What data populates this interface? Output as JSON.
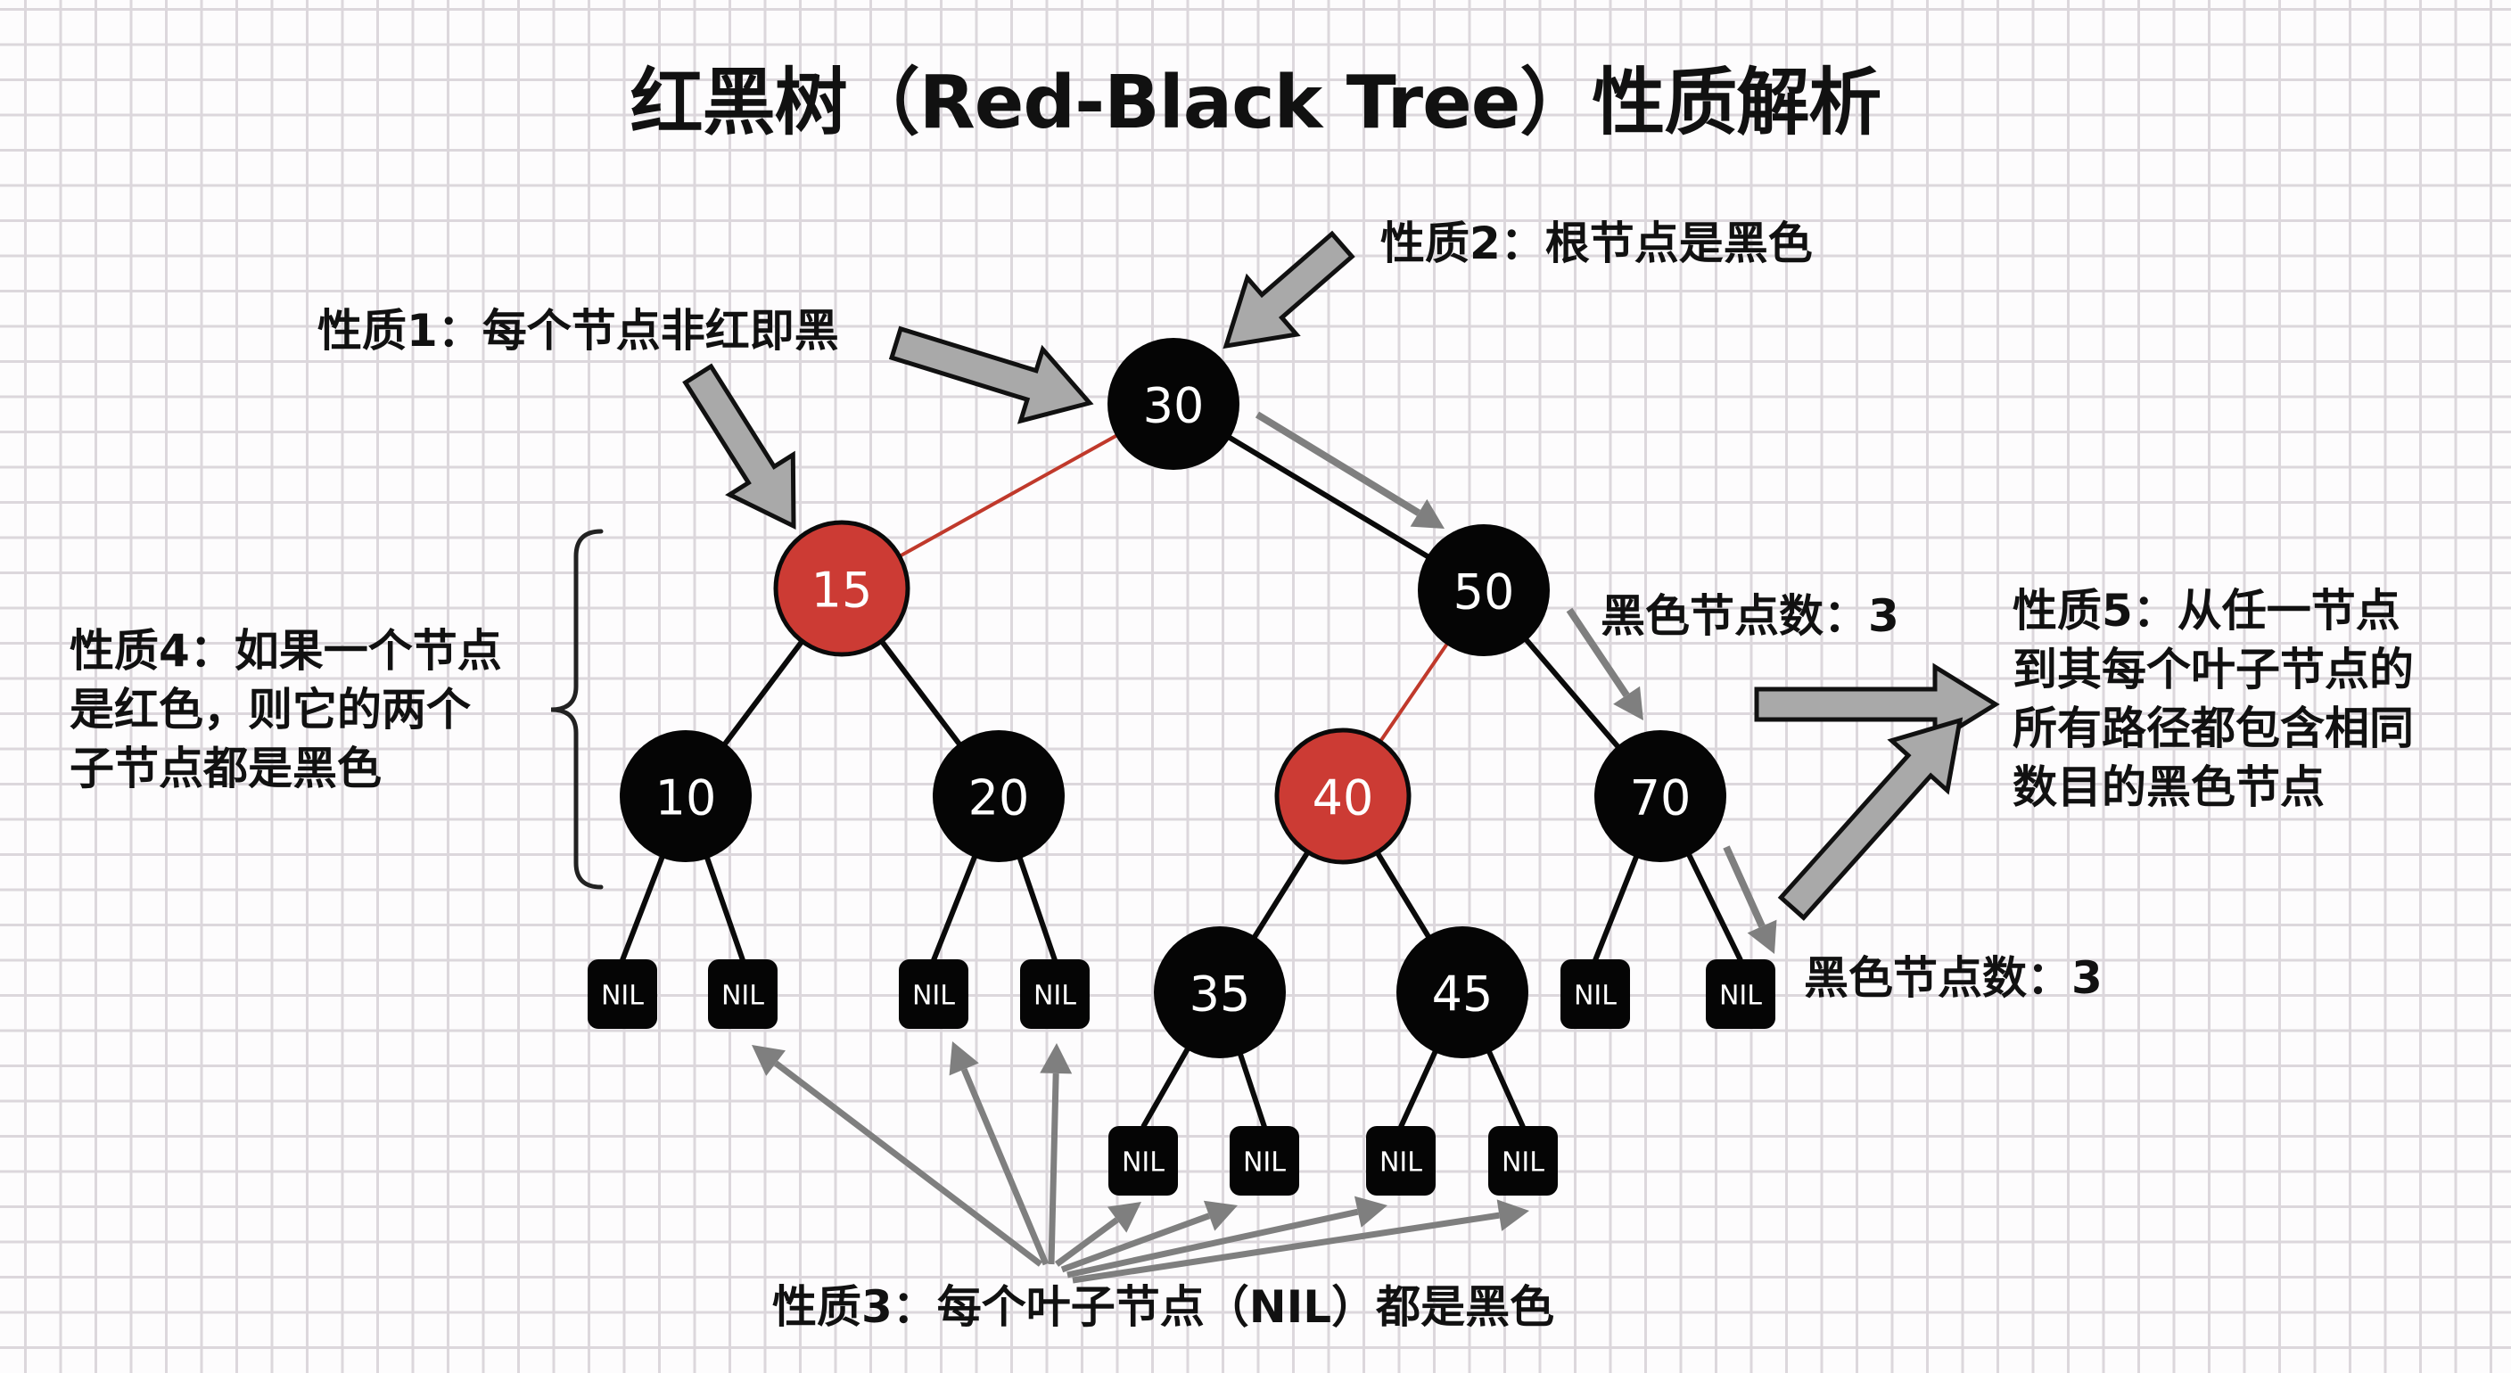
{
  "title": "红黑树（Red-Black Tree）性质解析",
  "properties": {
    "p1": "性质1：每个节点非红即黑",
    "p2": "性质2：根节点是黑色",
    "p3": "性质3：每个叶子节点（NIL）都是黑色",
    "p4": [
      "性质4：如果一个节点",
      "是红色，则它的两个",
      "子节点都是黑色"
    ],
    "p5": [
      "性质5：从任一节点",
      "到其每个叶子节点的",
      "所有路径都包含相同",
      "数目的黑色节点"
    ]
  },
  "black_count_labels": {
    "upper": "黑色节点数：3",
    "lower": "黑色节点数：3"
  },
  "colors": {
    "red_node": "#cc3b34",
    "black_node": "#050505",
    "red_edge": "#c0392b",
    "black_edge": "#0a0a0a",
    "block_arrow_fill": "#a9a9a9",
    "thin_arrow": "#7f7f7f"
  },
  "tree": {
    "nodes": [
      {
        "id": "n30",
        "value": "30",
        "color": "black"
      },
      {
        "id": "n15",
        "value": "15",
        "color": "red"
      },
      {
        "id": "n50",
        "value": "50",
        "color": "black"
      },
      {
        "id": "n10",
        "value": "10",
        "color": "black"
      },
      {
        "id": "n20",
        "value": "20",
        "color": "black"
      },
      {
        "id": "n40",
        "value": "40",
        "color": "red"
      },
      {
        "id": "n70",
        "value": "70",
        "color": "black"
      },
      {
        "id": "n35",
        "value": "35",
        "color": "black"
      },
      {
        "id": "n45",
        "value": "45",
        "color": "black"
      }
    ],
    "edges": [
      [
        "n30",
        "n15"
      ],
      [
        "n30",
        "n50"
      ],
      [
        "n15",
        "n10"
      ],
      [
        "n15",
        "n20"
      ],
      [
        "n50",
        "n40"
      ],
      [
        "n50",
        "n70"
      ],
      [
        "n40",
        "n35"
      ],
      [
        "n40",
        "n45"
      ]
    ],
    "nil_label": "NIL",
    "nil_parents": [
      "n10",
      "n10",
      "n20",
      "n20",
      "n35",
      "n35",
      "n45",
      "n45",
      "n70",
      "n70"
    ]
  }
}
